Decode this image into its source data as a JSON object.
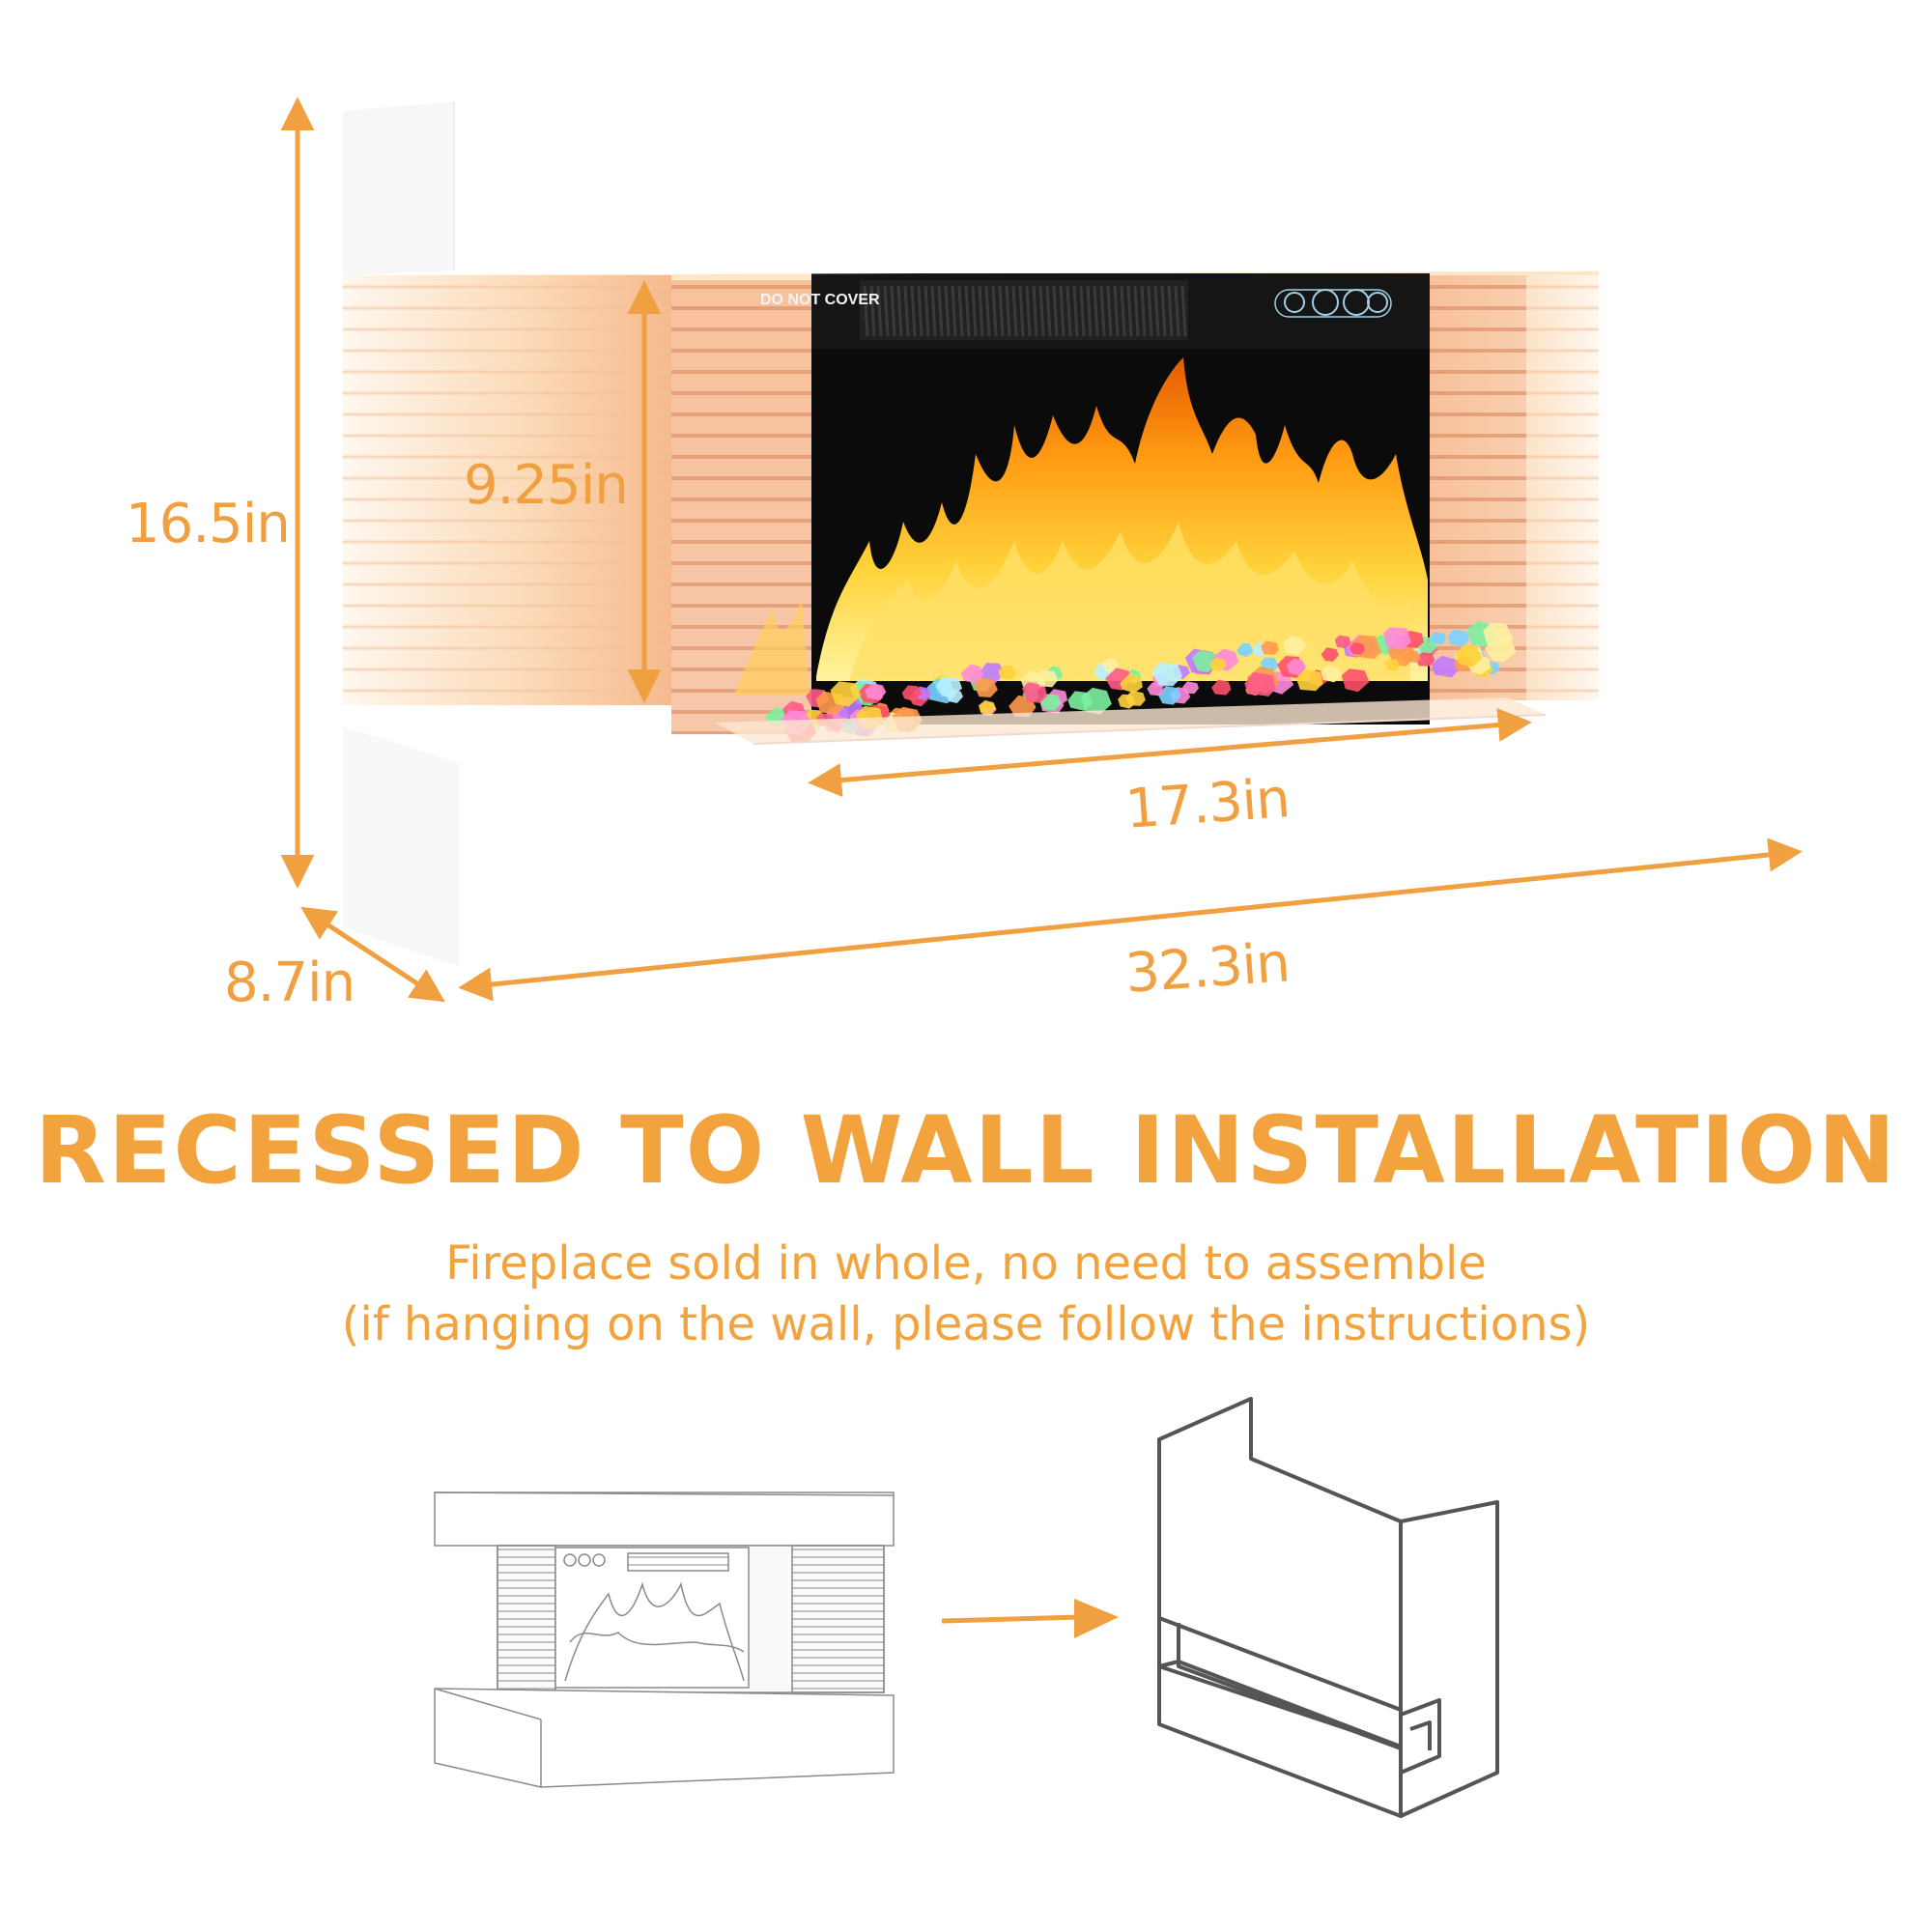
{
  "dimensions": {
    "height_total": "16.5in",
    "height_opening": "9.25in",
    "width_opening": "17.3in",
    "width_total": "32.3in",
    "depth": "8.7in"
  },
  "panel": {
    "warning": "DO NOT COVER"
  },
  "headline": "RECESSED TO WALL INSTALLATION",
  "subtitle": {
    "line1": "Fireplace sold in whole, no need to assemble",
    "line2": "(if hanging on the wall, please follow the instructions)"
  },
  "colors": {
    "accent": "#f2a33d",
    "mantel": "#ffffff",
    "glow": "#fbe6cc",
    "firebox": "#0b0b0b",
    "outline": "#555555"
  }
}
